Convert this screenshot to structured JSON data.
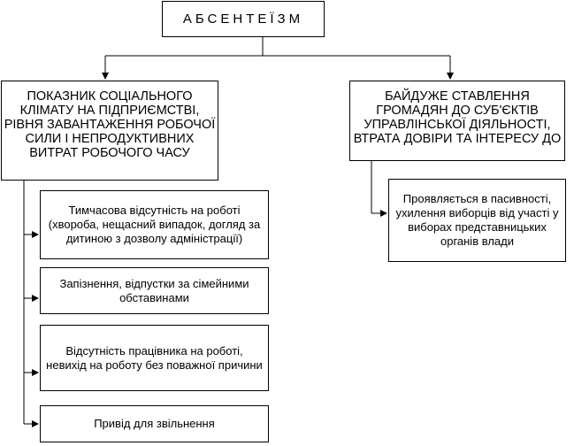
{
  "title": "АБСЕНТЕЇЗМ",
  "left_branch": {
    "label": "ПОКАЗНИК СОЦІАЛЬНОГО КЛІМАТУ НА ПІДПРИЄМСТВІ, РІВНЯ ЗАВАНТАЖЕННЯ РОБОЧОЇ СИЛИ І НЕПРОДУКТИВНИХ ВИТРАТ РОБОЧОГО ЧАСУ",
    "items": [
      "Тимчасова відсутність на роботі (хвороба, нещасний випадок, догляд за дитиною з дозволу адміністрації)",
      "Запізнення, відпустки за сімейними обставинами",
      "Відсутність працівника на роботі, невихід на роботу без поважної причини",
      "Привід для звільнення"
    ]
  },
  "right_branch": {
    "label": "БАЙДУЖЕ СТАВЛЕННЯ ГРОМАДЯН ДО СУБ'ЄКТІВ УПРАВЛІНСЬКОЇ ДІЯЛЬНОСТІ, ВТРАТА ДОВІРИ ТА ІНТЕРЕСУ ДО",
    "items": [
      "Проявляється в пасивності, ухилення виборців від участі у виборах представницьких органів влади"
    ]
  }
}
